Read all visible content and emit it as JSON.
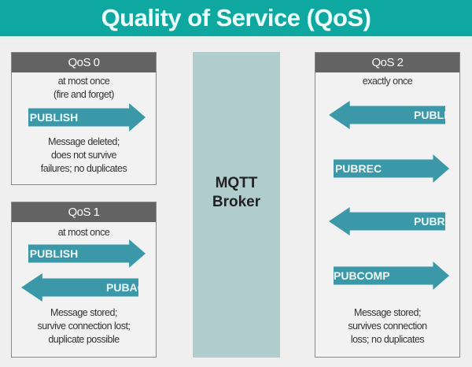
{
  "title": "Quality of Service (QoS)",
  "broker": {
    "line1": "MQTT",
    "line2": "Broker"
  },
  "qos0": {
    "header": "QoS 0",
    "subtitle": [
      "at most once",
      "(fire and forget)"
    ],
    "arrows": [
      "PUBLISH"
    ],
    "note": [
      "Message deleted;",
      "does not survive",
      "failures; no duplicates"
    ]
  },
  "qos1": {
    "header": "QoS 1",
    "subtitle": [
      "at most once"
    ],
    "arrows": [
      "PUBLISH",
      "PUBACK"
    ],
    "note": [
      "Message stored;",
      "survive connection lost;",
      "duplicate possible"
    ]
  },
  "qos2": {
    "header": "QoS 2",
    "subtitle": [
      "exactly once"
    ],
    "arrows": [
      "PUBLISH",
      "PUBREC",
      "PUBREL",
      "PUBCOMP"
    ],
    "note": [
      "Message stored;",
      "survives connection",
      "loss; no duplicates"
    ]
  },
  "colors": {
    "header": "#0fa8a0",
    "arrow": "#3a98a8",
    "broker": "#b0cccc",
    "box_header": "#636363"
  }
}
